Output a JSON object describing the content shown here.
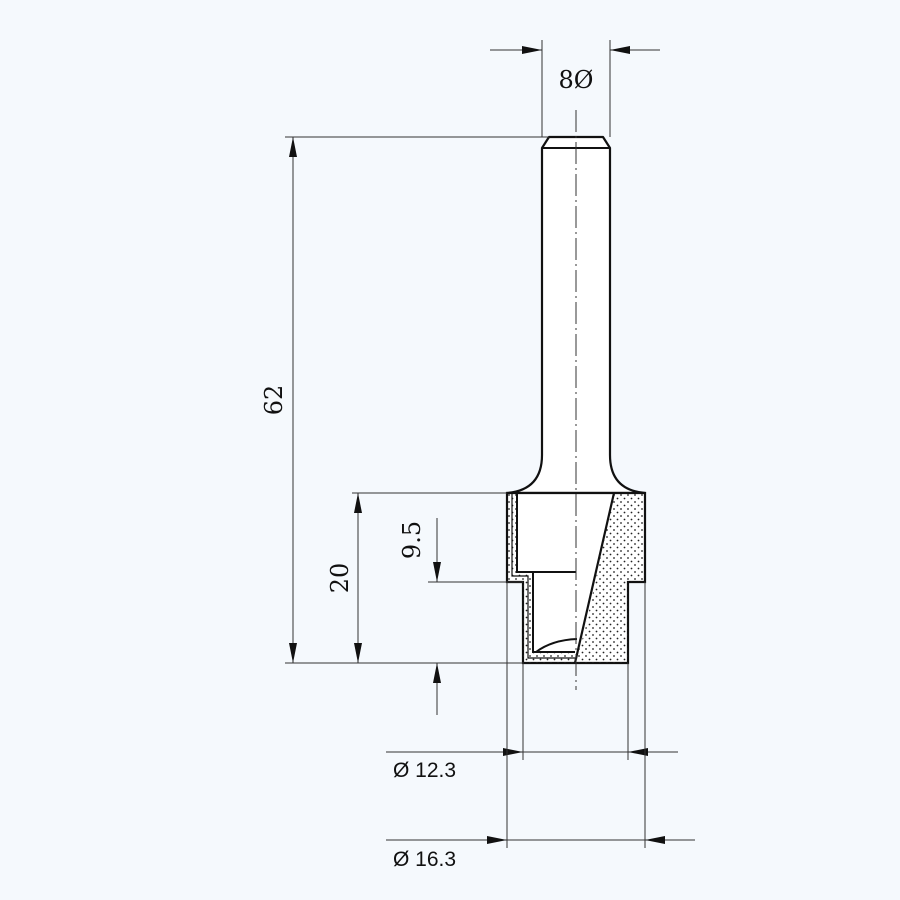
{
  "drawing": {
    "title": "Router bit technical drawing",
    "background": "#f5f9fd",
    "line_color": "#111111",
    "thin_line_color": "#444444"
  },
  "dimensions": {
    "shank_diameter": {
      "label": "8Ø",
      "orientation": "horizontal"
    },
    "overall_length": {
      "label": "62",
      "orientation": "vertical"
    },
    "cutting_length": {
      "label": "20",
      "orientation": "vertical"
    },
    "step_depth": {
      "label": "9.5",
      "orientation": "vertical"
    },
    "small_diameter": {
      "label": "Ø 12.3",
      "orientation": "horizontal"
    },
    "large_diameter": {
      "label": "Ø 16.3",
      "orientation": "horizontal"
    }
  }
}
